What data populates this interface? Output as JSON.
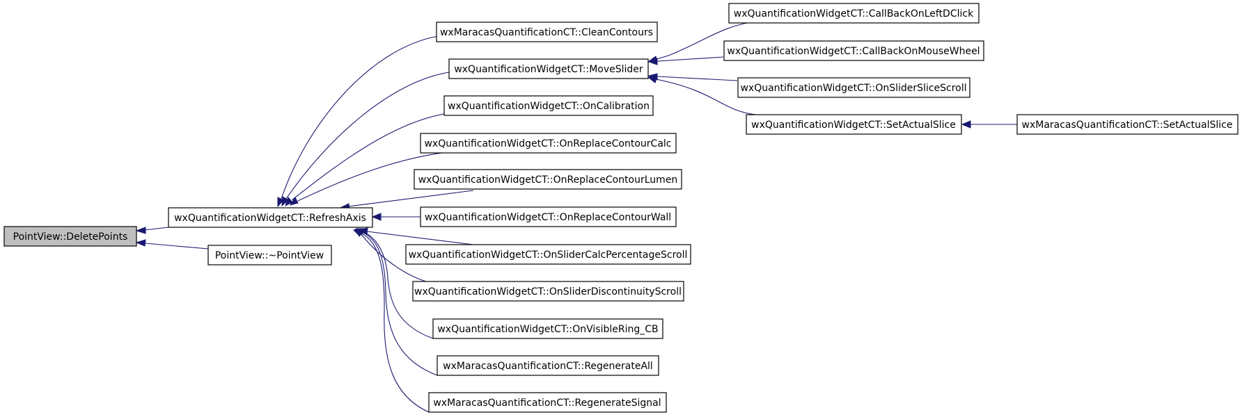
{
  "diagram": {
    "type": "caller-graph",
    "colors": {
      "edge": "#191970",
      "root_fill": "#bfbfbf",
      "node_fill": "#ffffff",
      "node_border": "#000000"
    },
    "nodes": [
      {
        "id": "deletepoints",
        "label": "PointView::DeletePoints",
        "root": true
      },
      {
        "id": "refreshaxis",
        "label": "wxQuantificationWidgetCT::RefreshAxis"
      },
      {
        "id": "pointview_dtor",
        "label": "PointView::~PointView"
      },
      {
        "id": "cleancontours",
        "label": "wxMaracasQuantificationCT::CleanContours"
      },
      {
        "id": "moveslider",
        "label": "wxQuantificationWidgetCT::MoveSlider"
      },
      {
        "id": "oncalibration",
        "label": "wxQuantificationWidgetCT::OnCalibration"
      },
      {
        "id": "onreplacecontourcalc",
        "label": "wxQuantificationWidgetCT::OnReplaceContourCalc"
      },
      {
        "id": "onreplacecontourlumen",
        "label": "wxQuantificationWidgetCT::OnReplaceContourLumen"
      },
      {
        "id": "onreplacecontourwall",
        "label": "wxQuantificationWidgetCT::OnReplaceContourWall"
      },
      {
        "id": "onslidercalcpercentagescroll",
        "label": "wxQuantificationWidgetCT::OnSliderCalcPercentageScroll"
      },
      {
        "id": "onsliderdiscontinuityscroll",
        "label": "wxQuantificationWidgetCT::OnSliderDiscontinuityScroll"
      },
      {
        "id": "onvisiblering_cb",
        "label": "wxQuantificationWidgetCT::OnVisibleRing_CB"
      },
      {
        "id": "regenerateall",
        "label": "wxMaracasQuantificationCT::RegenerateAll"
      },
      {
        "id": "regeneratesignal",
        "label": "wxMaracasQuantificationCT::RegenerateSignal"
      },
      {
        "id": "callbackonleftdclick",
        "label": "wxQuantificationWidgetCT::CallBackOnLeftDClick"
      },
      {
        "id": "callbackonmousewheel",
        "label": "wxQuantificationWidgetCT::CallBackOnMouseWheel"
      },
      {
        "id": "onslidersliceScroll",
        "label": "wxQuantificationWidgetCT::OnSliderSliceScroll"
      },
      {
        "id": "setactualslice_widget",
        "label": "wxQuantificationWidgetCT::SetActualSlice"
      },
      {
        "id": "setactualslice_maracas",
        "label": "wxMaracasQuantificationCT::SetActualSlice"
      }
    ],
    "edges": [
      {
        "from": "refreshaxis",
        "to": "deletepoints"
      },
      {
        "from": "pointview_dtor",
        "to": "deletepoints"
      },
      {
        "from": "cleancontours",
        "to": "refreshaxis"
      },
      {
        "from": "moveslider",
        "to": "refreshaxis"
      },
      {
        "from": "oncalibration",
        "to": "refreshaxis"
      },
      {
        "from": "onreplacecontourcalc",
        "to": "refreshaxis"
      },
      {
        "from": "onreplacecontourlumen",
        "to": "refreshaxis"
      },
      {
        "from": "onreplacecontourwall",
        "to": "refreshaxis"
      },
      {
        "from": "onslidercalcpercentagescroll",
        "to": "refreshaxis"
      },
      {
        "from": "onsliderdiscontinuityscroll",
        "to": "refreshaxis"
      },
      {
        "from": "onvisiblering_cb",
        "to": "refreshaxis"
      },
      {
        "from": "regenerateall",
        "to": "refreshaxis"
      },
      {
        "from": "regeneratesignal",
        "to": "refreshaxis"
      },
      {
        "from": "callbackonleftdclick",
        "to": "moveslider"
      },
      {
        "from": "callbackonmousewheel",
        "to": "moveslider"
      },
      {
        "from": "onslidersliceScroll",
        "to": "moveslider"
      },
      {
        "from": "setactualslice_widget",
        "to": "moveslider"
      },
      {
        "from": "setactualslice_maracas",
        "to": "setactualslice_widget"
      }
    ]
  }
}
